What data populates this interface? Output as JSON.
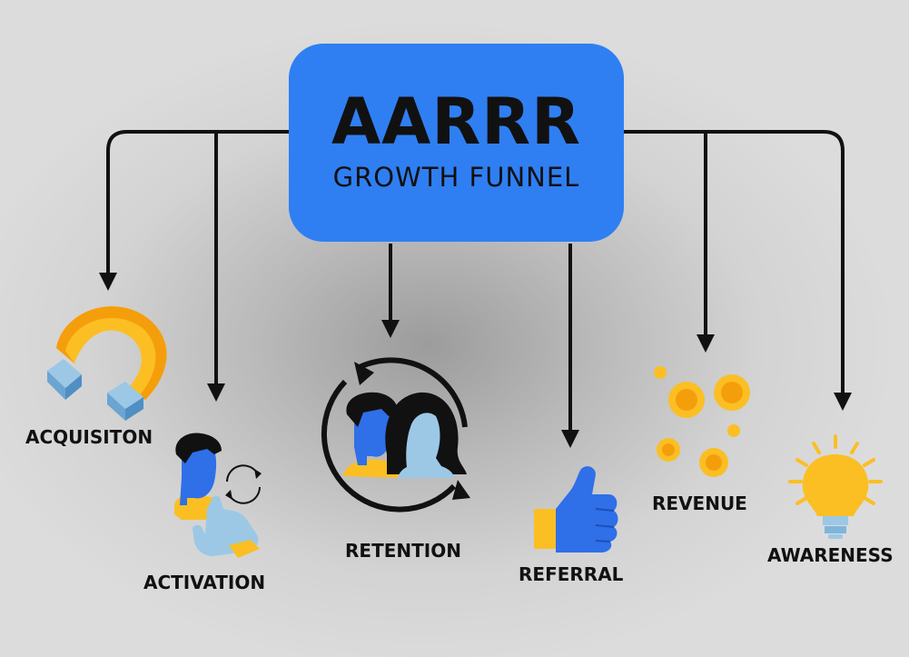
{
  "title": {
    "main": "AARRR",
    "sub": "GROWTH FUNNEL"
  },
  "stages": [
    {
      "label": "ACQUISITON",
      "icon": "magnet-icon"
    },
    {
      "label": "ACTIVATION",
      "icon": "user-click-icon"
    },
    {
      "label": "RETENTION",
      "icon": "users-cycle-icon"
    },
    {
      "label": "REFERRAL",
      "icon": "thumbs-up-icon"
    },
    {
      "label": "REVENUE",
      "icon": "coins-icon"
    },
    {
      "label": "AWARENESS",
      "icon": "lightbulb-icon"
    }
  ],
  "colors": {
    "box": "#2f7ff2",
    "blue": "#2f6fe8",
    "yellow": "#fbbf24",
    "light_blue": "#9cc8e6",
    "dark": "#111111"
  }
}
